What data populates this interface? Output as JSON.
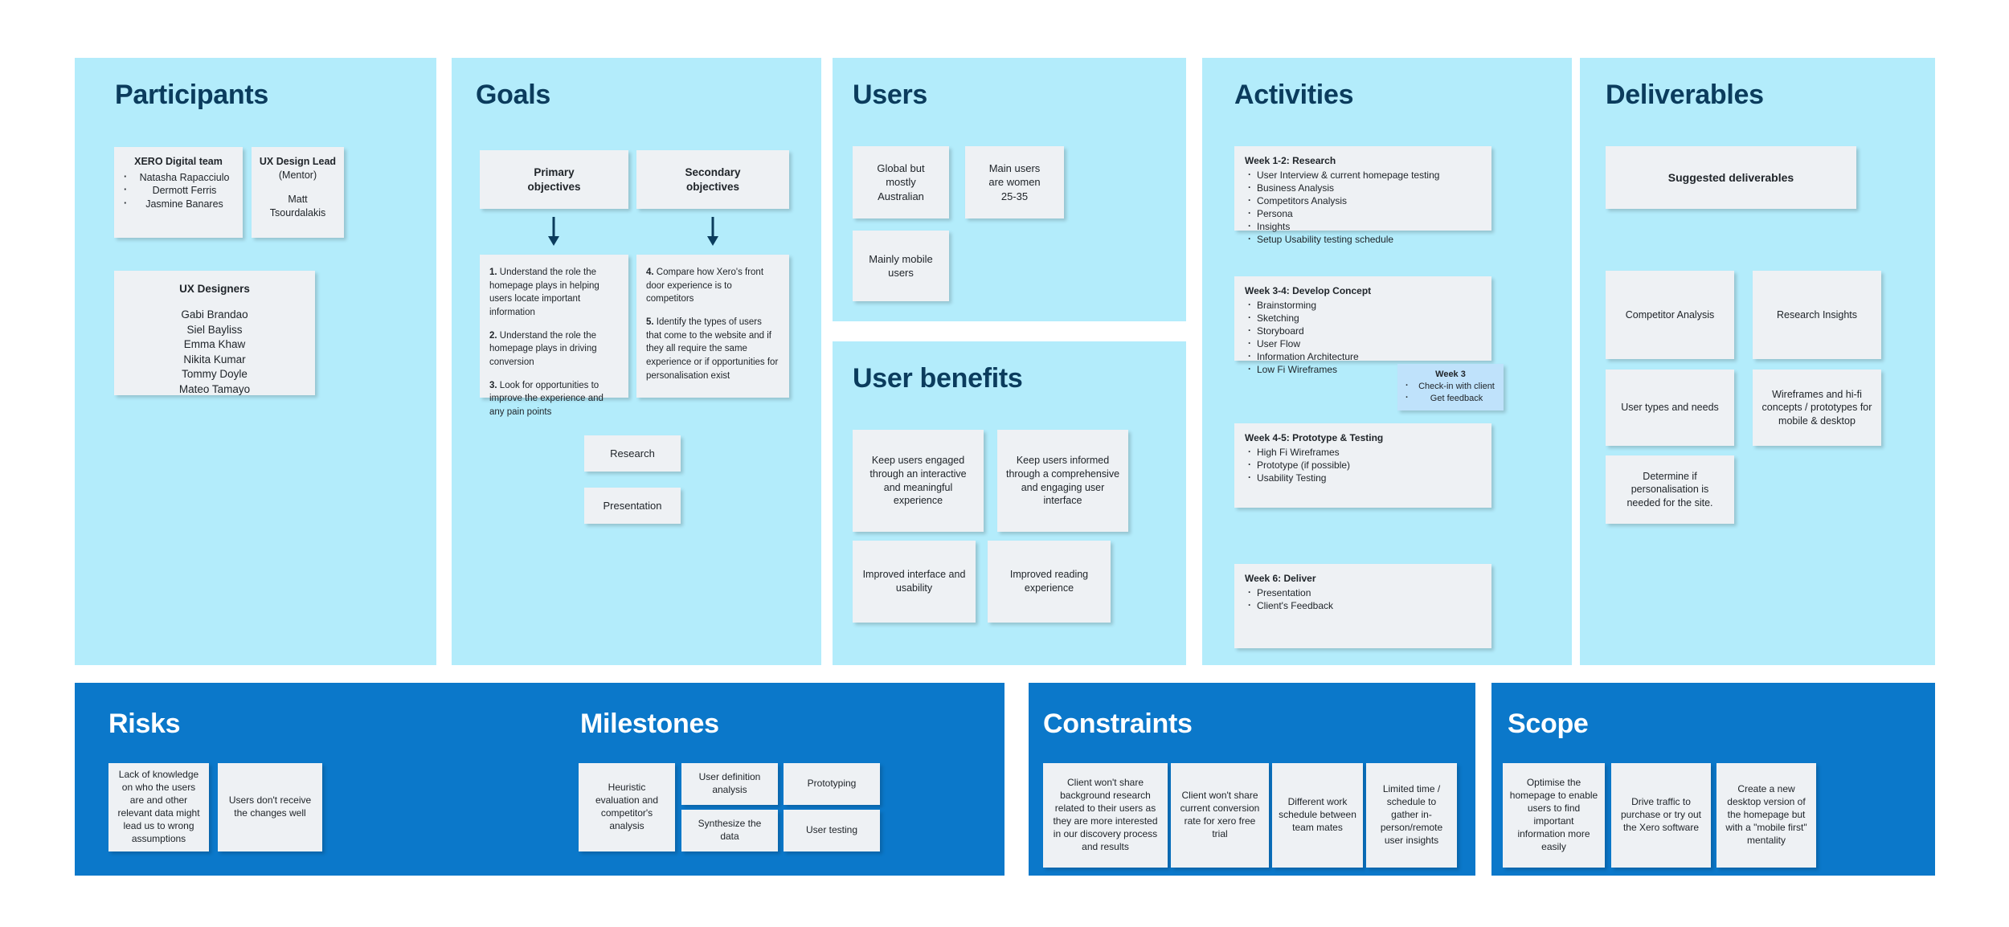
{
  "board": {
    "colors": {
      "cyan_panel": "#b3ecfb",
      "blue_panel": "#0b78ca",
      "card": "#eef1f4",
      "highlight_card": "#bfe2fb",
      "cyan_heading_text": "#0b3c5d",
      "blue_heading_text": "#ffffff",
      "background": "#ffffff"
    }
  },
  "participants": {
    "title": "Participants",
    "xero_team": {
      "heading": "XERO Digital team",
      "members": [
        "Natasha Rapacciulo",
        "Dermott Ferris",
        "Jasmine Banares"
      ]
    },
    "ux_lead": {
      "heading": "UX Design Lead",
      "subheading": "(Mentor)",
      "name_line1": "Matt",
      "name_line2": "Tsourdalakis"
    },
    "ux_designers": {
      "heading": "UX Designers",
      "members": [
        "Gabi Brandao",
        "Siel Bayliss",
        "Emma Khaw",
        "Nikita Kumar",
        "Tommy Doyle",
        "Mateo Tamayo"
      ]
    }
  },
  "goals": {
    "title": "Goals",
    "primary_header": "Primary\nobjectives",
    "primary_header_l1": "Primary",
    "primary_header_l2": "objectives",
    "secondary_header_l1": "Secondary",
    "secondary_header_l2": "objectives",
    "primary_items": [
      {
        "num": "1.",
        "text": "Understand the role the homepage plays in helping users locate important information"
      },
      {
        "num": "2.",
        "text": "Understand the role the homepage plays in driving conversion"
      },
      {
        "num": "3.",
        "text": "Look for opportunities to improve the experience and any pain points"
      }
    ],
    "secondary_items": [
      {
        "num": "4.",
        "text": "Compare how Xero's front door experience is to competitors"
      },
      {
        "num": "5.",
        "text": "Identify the types of users that come to the website and if they all require the same experience or if opportunities for personalisation exist"
      }
    ],
    "extra_cards": [
      "Research",
      "Presentation"
    ]
  },
  "users": {
    "title": "Users",
    "cards": [
      "Global but\nmostly\nAustralian",
      "Main users\nare women\n25-35",
      "Mainly mobile\nusers"
    ],
    "card1_lines": [
      "Global but",
      "mostly",
      "Australian"
    ],
    "card2_lines": [
      "Main users",
      "are women",
      "25-35"
    ],
    "card3_lines": [
      "Mainly mobile",
      "users"
    ]
  },
  "user_benefits": {
    "title": "User benefits",
    "cards": [
      "Keep users engaged through an interactive and meaningful experience",
      "Keep users informed through a comprehensive and engaging user interface",
      "Improved interface and usability",
      "Improved reading experience"
    ]
  },
  "activities": {
    "title": "Activities",
    "blocks": [
      {
        "heading": "Week 1-2: Research",
        "items": [
          "User Interview & current homepage testing",
          "Business Analysis",
          "Competitors Analysis",
          "Persona",
          "Insights",
          "Setup Usability testing schedule"
        ]
      },
      {
        "heading": "Week 3-4: Develop Concept",
        "items": [
          "Brainstorming",
          "Sketching",
          "Storyboard",
          "User Flow",
          "Information Architecture",
          "Low Fi Wireframes"
        ]
      },
      {
        "heading": "Week 4-5: Prototype & Testing",
        "items": [
          "High Fi Wireframes",
          "Prototype (if possible)",
          "Usability Testing"
        ]
      },
      {
        "heading": "Week 6: Deliver",
        "items": [
          "Presentation",
          "Client's Feedback"
        ]
      }
    ],
    "checkin_note": {
      "heading": "Week 3",
      "items": [
        "Check-in with client",
        "Get feedback"
      ]
    }
  },
  "deliverables": {
    "title": "Deliverables",
    "suggested_heading": "Suggested deliverables",
    "cards": [
      "Competitor Analysis",
      "Research Insights",
      "User types and needs",
      "Wireframes and hi-fi concepts / prototypes for mobile & desktop",
      "Determine if personalisation is needed for the site."
    ]
  },
  "risks": {
    "title": "Risks",
    "cards": [
      "Lack of knowledge on who the users are and other relevant data might lead us to wrong assumptions",
      "Users don't receive the changes well"
    ]
  },
  "milestones": {
    "title": "Milestones",
    "cards": [
      "Heuristic evaluation and competitor's analysis",
      "User definition analysis",
      "Prototyping",
      "Synthesize the data",
      "User testing"
    ]
  },
  "constraints": {
    "title": "Constraints",
    "cards": [
      "Client won't share background research related to their users as they are more interested in our discovery process and results",
      "Client won't share current conversion rate for xero free trial",
      "Different work schedule between team mates",
      "Limited time / schedule to gather in-person/remote user insights"
    ]
  },
  "scope": {
    "title": "Scope",
    "cards": [
      "Optimise the homepage to enable users to find important information more easily",
      "Drive traffic to purchase or try out the Xero software",
      "Create a new desktop version of the homepage but with a \"mobile first\" mentality"
    ]
  }
}
